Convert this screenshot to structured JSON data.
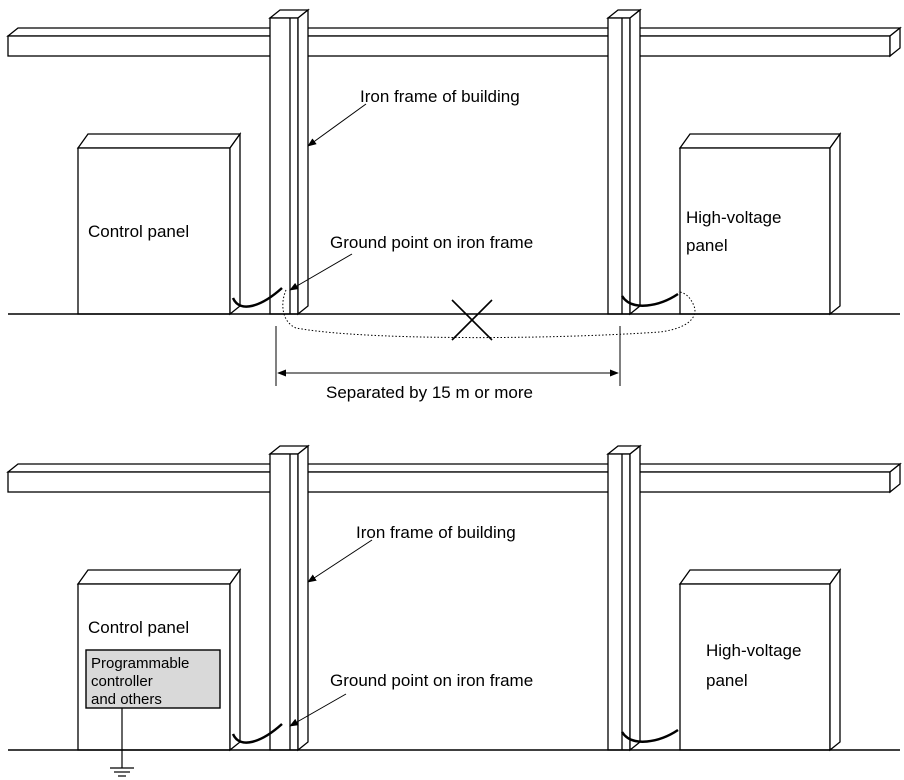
{
  "diagrams": [
    {
      "iron_frame_label": "Iron frame of building",
      "control_panel_label": "Control panel",
      "ground_point_label": "Ground point on iron frame",
      "high_voltage_label_line1": "High-voltage",
      "high_voltage_label_line2": "panel",
      "separation_label": "Separated by 15 m or more"
    },
    {
      "iron_frame_label": "Iron frame of building",
      "control_panel_label": "Control panel",
      "plc_label_line1": "Programmable",
      "plc_label_line2": "controller",
      "plc_label_line3": "and others",
      "ground_point_label": "Ground point on iron frame",
      "high_voltage_label_line1": "High-voltage",
      "high_voltage_label_line2": "panel"
    }
  ],
  "colors": {
    "plc_box_fill": "#d9d9d9",
    "line": "#000000"
  }
}
